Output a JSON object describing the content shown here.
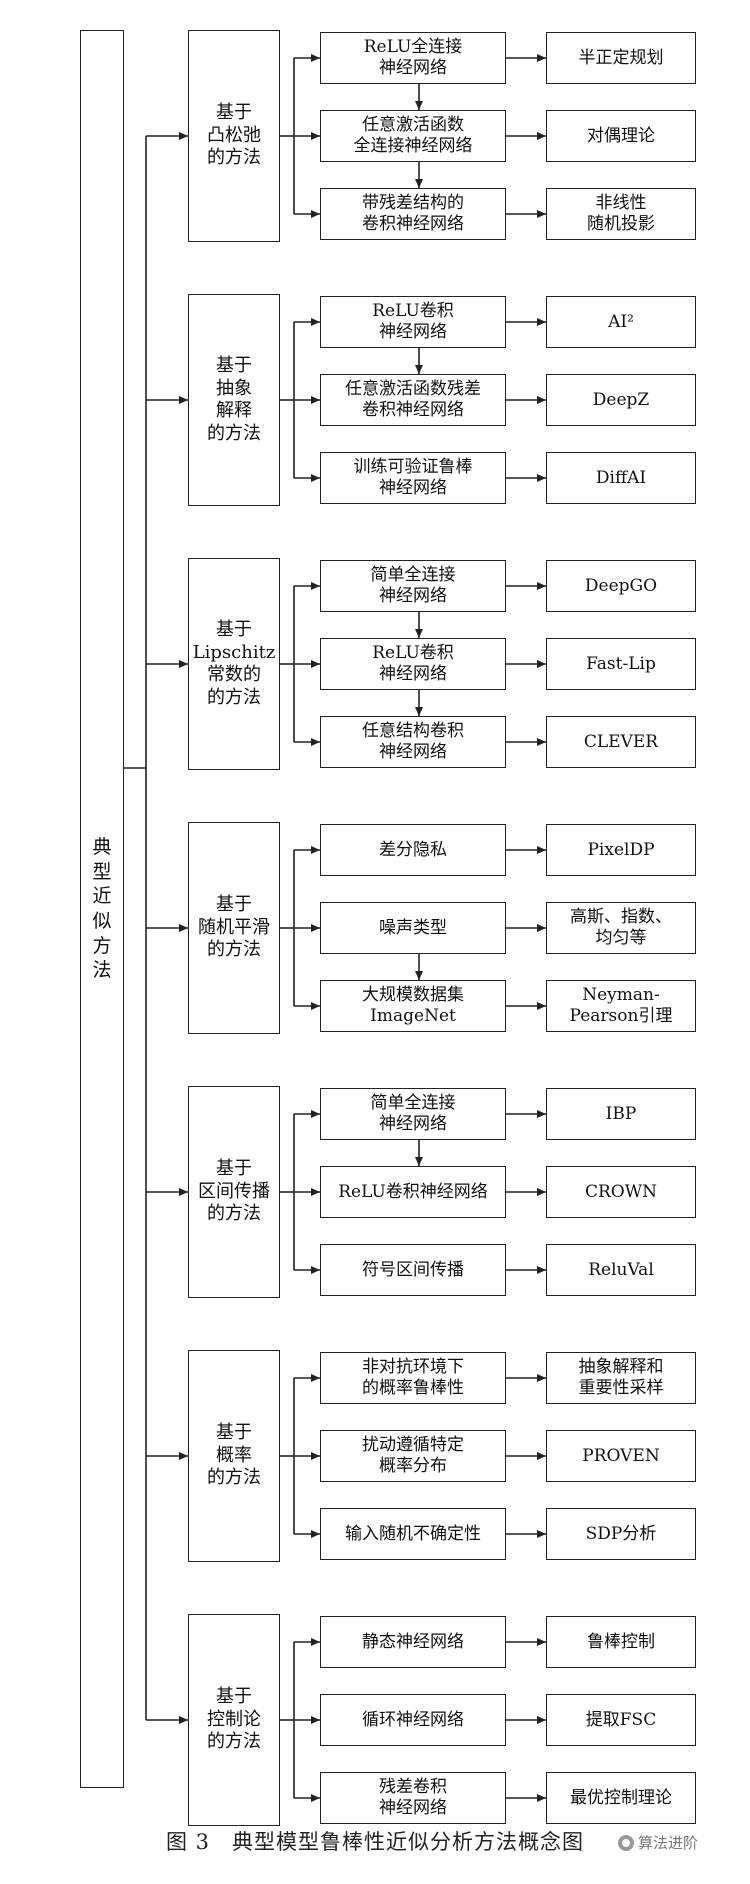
{
  "root": {
    "label": "典\n型\n近\n似\n方\n法"
  },
  "groups": [
    {
      "method": "基于\n凸松弛\n的方法",
      "techniques": [
        "ReLU全连接\n神经网络",
        "任意激活函数\n全连接神经网络",
        "带残差结构的\n卷积神经网络"
      ],
      "tools": [
        "半正定规划",
        "对偶理论",
        "非线性\n随机投影"
      ],
      "chain": [
        true,
        true
      ]
    },
    {
      "method": "基于\n抽象\n解释\n的方法",
      "techniques": [
        "ReLU卷积\n神经网络",
        "任意激活函数残差\n卷积神经网络",
        "训练可验证鲁棒\n神经网络"
      ],
      "tools": [
        "AI²",
        "DeepZ",
        "DiffAI"
      ],
      "chain": [
        true,
        false
      ]
    },
    {
      "method": "基于\nLipschitz\n常数的\n的方法",
      "techniques": [
        "简单全连接\n神经网络",
        "ReLU卷积\n神经网络",
        "任意结构卷积\n神经网络"
      ],
      "tools": [
        "DeepGO",
        "Fast-Lip",
        "CLEVER"
      ],
      "chain": [
        true,
        true
      ]
    },
    {
      "method": "基于\n随机平滑\n的方法",
      "techniques": [
        "差分隐私",
        "噪声类型",
        "大规模数据集\nImageNet"
      ],
      "tools": [
        "PixelDP",
        "高斯、指数、\n均匀等",
        "Neyman-\nPearson引理"
      ],
      "chain": [
        false,
        true
      ]
    },
    {
      "method": "基于\n区间传播\n的方法",
      "techniques": [
        "简单全连接\n神经网络",
        "ReLU卷积神经网络",
        "符号区间传播"
      ],
      "tools": [
        "IBP",
        "CROWN",
        "ReluVal"
      ],
      "chain": [
        true,
        false
      ]
    },
    {
      "method": "基于\n概率\n的方法",
      "techniques": [
        "非对抗环境下\n的概率鲁棒性",
        "扰动遵循特定\n概率分布",
        "输入随机不确定性"
      ],
      "tools": [
        "抽象解释和\n重要性采样",
        "PROVEN",
        "SDP分析"
      ],
      "chain": [
        false,
        false
      ]
    },
    {
      "method": "基于\n控制论\n的方法",
      "techniques": [
        "静态神经网络",
        "循环神经网络",
        "残差卷积\n神经网络"
      ],
      "tools": [
        "鲁棒控制",
        "提取FSC",
        "最优控制理论"
      ],
      "chain": [
        false,
        false
      ]
    }
  ],
  "caption": "图 3　典型模型鲁棒性近似分析方法概念图",
  "watermark": "算法进阶",
  "colors": {
    "line": "#222222",
    "background": "#ffffff"
  }
}
